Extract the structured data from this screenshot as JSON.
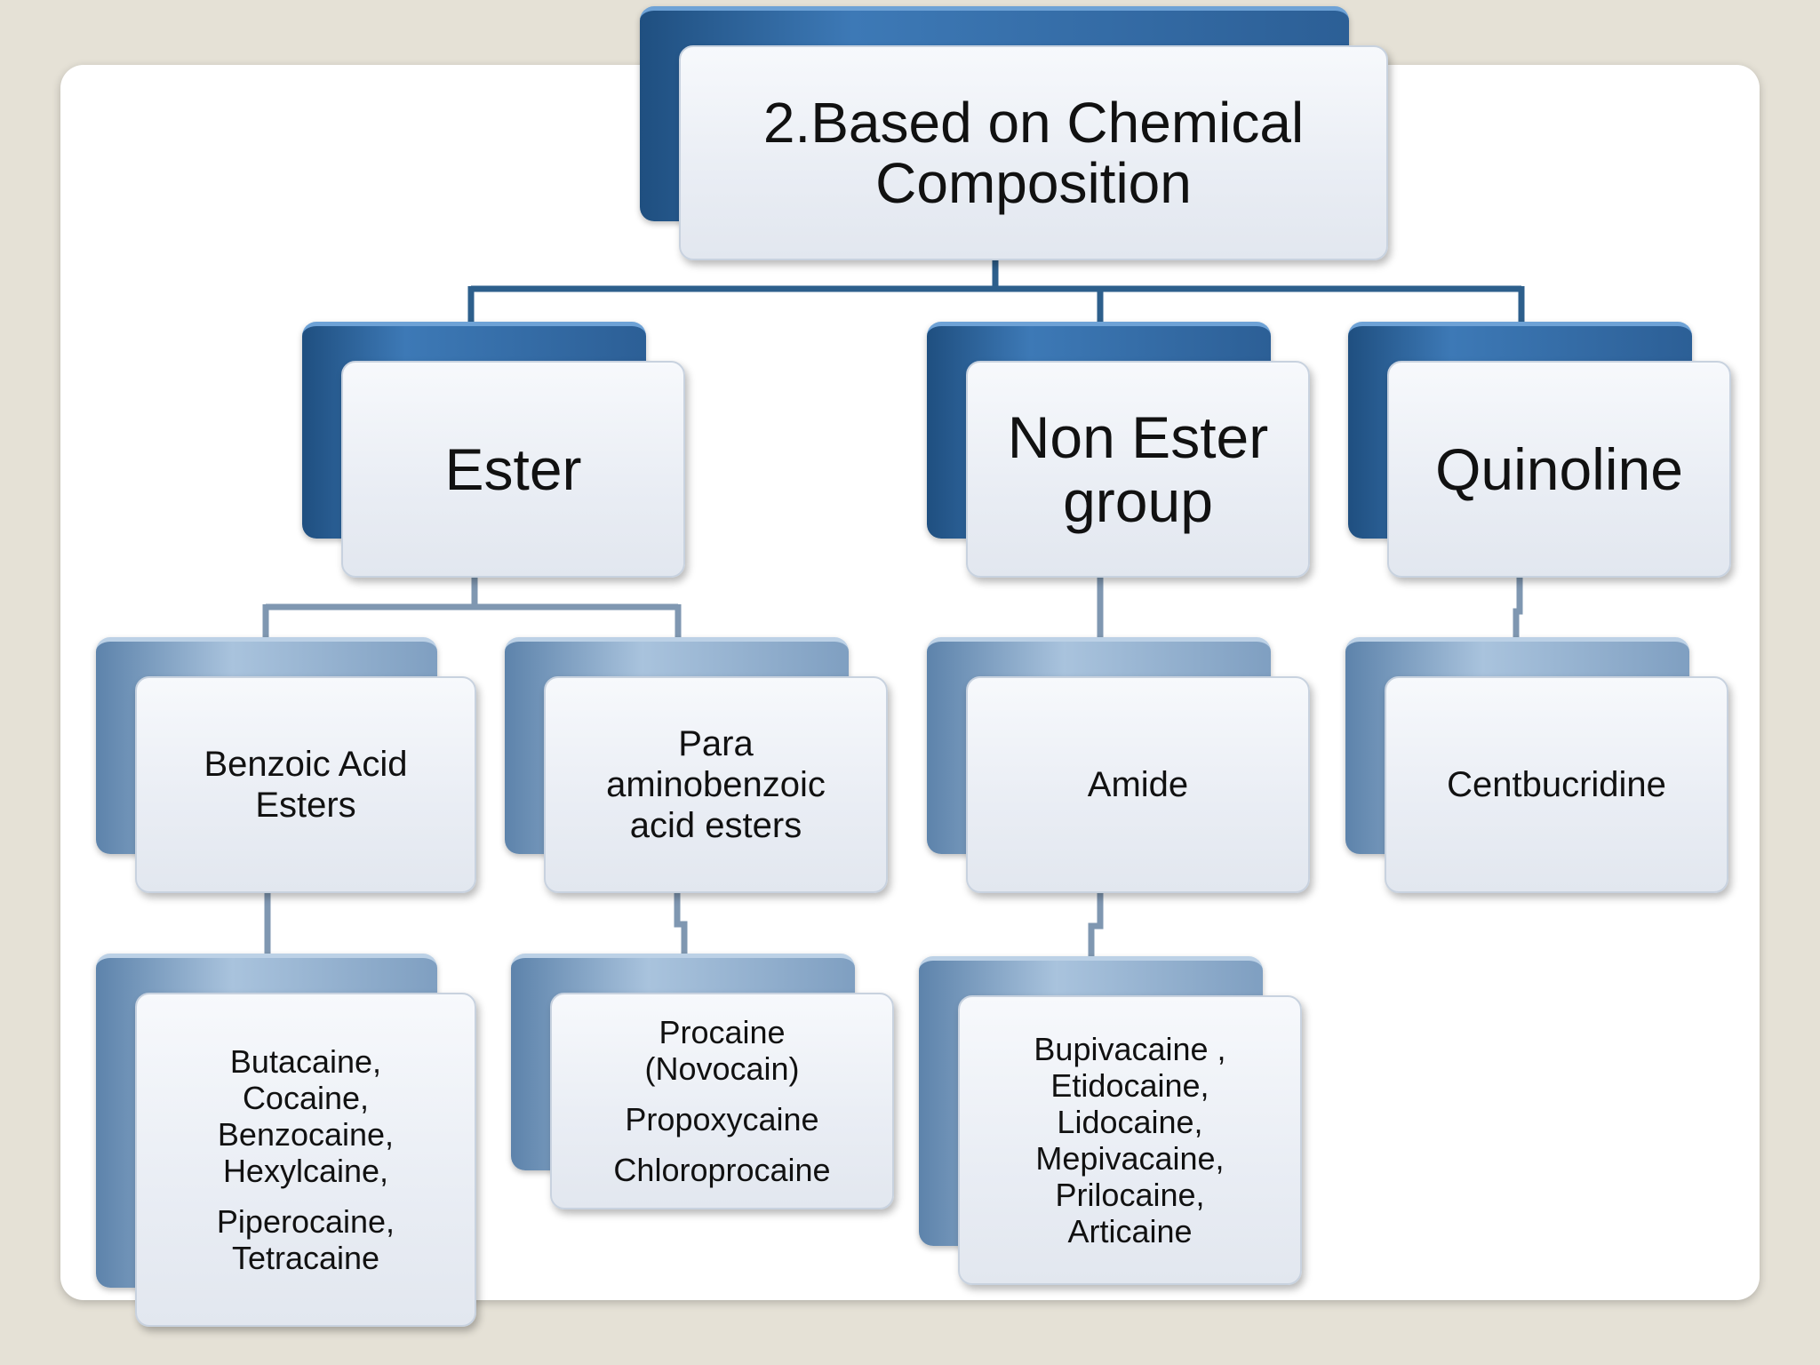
{
  "root": {
    "label": "2.Based on Chemical\nComposition"
  },
  "ester": {
    "label": "Ester",
    "benzoic": {
      "label": "Benzoic Acid\nEsters",
      "examples": [
        "Butacaine,\nCocaine,\nBenzocaine,\nHexylcaine,",
        "Piperocaine,\nTetracaine"
      ]
    },
    "paba": {
      "label": "Para\naminobenzoic\nacid  esters",
      "examples": [
        "Procaine\n(Novocain)",
        "Propoxycaine",
        "Chloroprocaine"
      ]
    }
  },
  "non_ester": {
    "label": "Non Ester\ngroup",
    "amide": {
      "label": "Amide",
      "examples": [
        "Bupivacaine ,\nEtidocaine,\nLidocaine,\nMepivacaine,\nPrilocaine,\nArticaine"
      ]
    }
  },
  "quinoline": {
    "label": "Quinoline",
    "example": {
      "label": "Centbucridine"
    }
  },
  "colors": {
    "connector": "#2d5f8c",
    "connector_light": "#7f97b1",
    "dark_back": "#2c5f96",
    "light_back": "#8aa7c6",
    "front": "#eaeef4",
    "slide_bg": "#ffffff",
    "page_bg": "#e5e1d6"
  }
}
